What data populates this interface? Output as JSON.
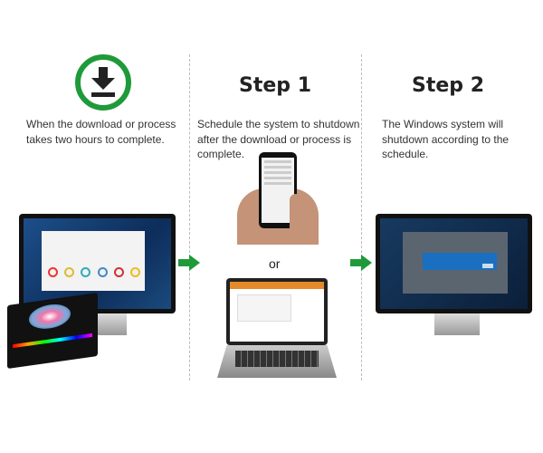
{
  "col1": {
    "description_lines": [
      "When the download or process",
      "takes two hours to complete."
    ]
  },
  "col2": {
    "title": "Step 1",
    "description_lines": [
      "Schedule the system to shutdown",
      "after the download or process is",
      "complete."
    ],
    "or_label": "or"
  },
  "col3": {
    "title": "Step 2",
    "description_lines": [
      "The Windows system will",
      "shutdown according to the",
      "schedule."
    ]
  },
  "colors": {
    "accent_green": "#1f9a3a",
    "dialog_blue": "#1a6fc0"
  }
}
